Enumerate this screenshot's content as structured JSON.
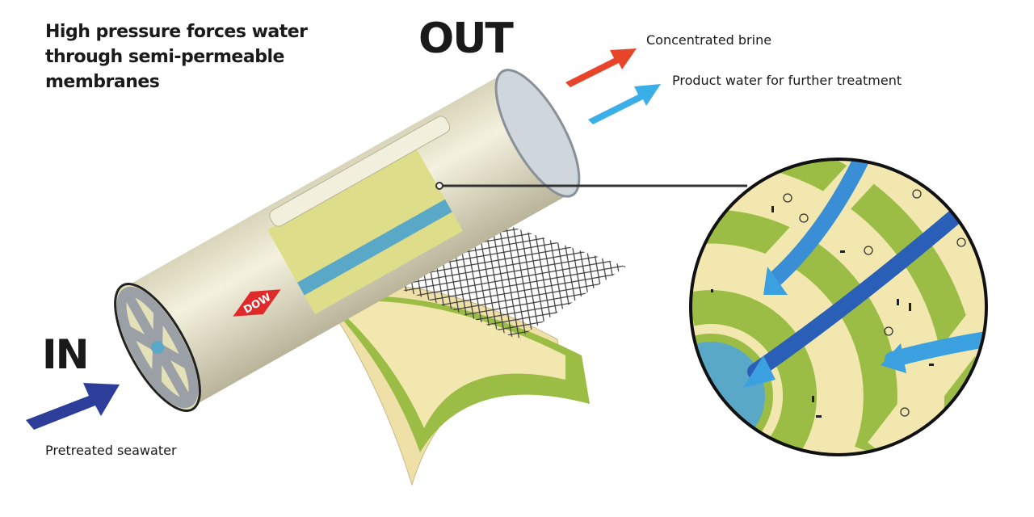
{
  "headline": "High pressure forces water through semi-permeable membranes",
  "labels": {
    "out": "OUT",
    "in": "IN",
    "concentrated_brine": "Concentrated brine",
    "product_water": "Product water for further treatment",
    "pretreated_seawater": "Pretreated seawater"
  },
  "logo": "DOW",
  "colors": {
    "brine_arrow": "#e8442a",
    "product_arrow": "#3aaee6",
    "inflow_arrow": "#2c3e9a",
    "cylinder": "#e9e5cc",
    "membrane_green": "#9bbd45",
    "membrane_cream": "#f3e7b0",
    "permeate_tube": "#5aa8c8"
  }
}
